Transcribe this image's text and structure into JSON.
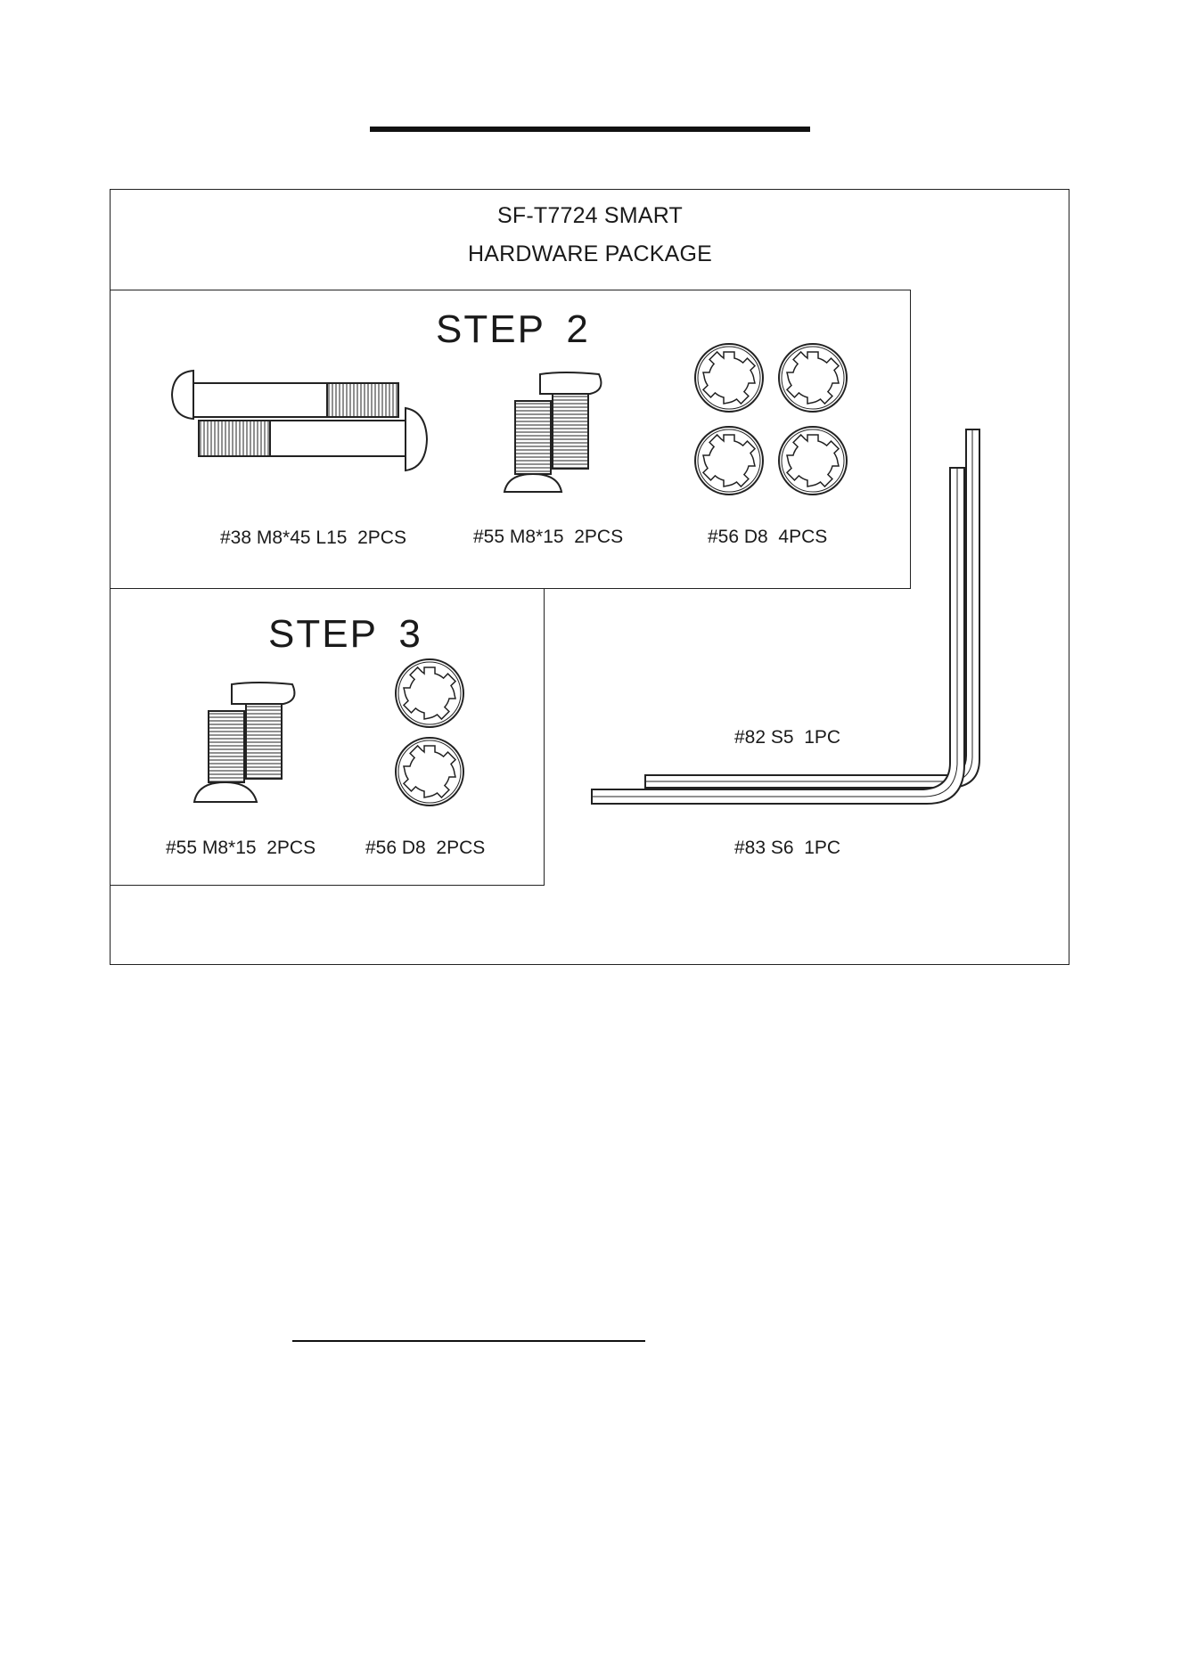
{
  "package": {
    "model": "SF-T7724 SMART",
    "subtitle": "HARDWARE  PACKAGE"
  },
  "step2": {
    "heading": "STEP  2",
    "parts": [
      {
        "label": "#38 M8*45 L15  2PCS"
      },
      {
        "label": "#55 M8*15  2PCS"
      },
      {
        "label": "#56 D8  4PCS"
      }
    ]
  },
  "step3": {
    "heading": "STEP  3",
    "parts": [
      {
        "label": "#55 M8*15  2PCS"
      },
      {
        "label": "#56 D8  2PCS"
      }
    ]
  },
  "tools": [
    {
      "label": "#82 S5  1PC"
    },
    {
      "label": "#83 S6  1PC"
    }
  ]
}
